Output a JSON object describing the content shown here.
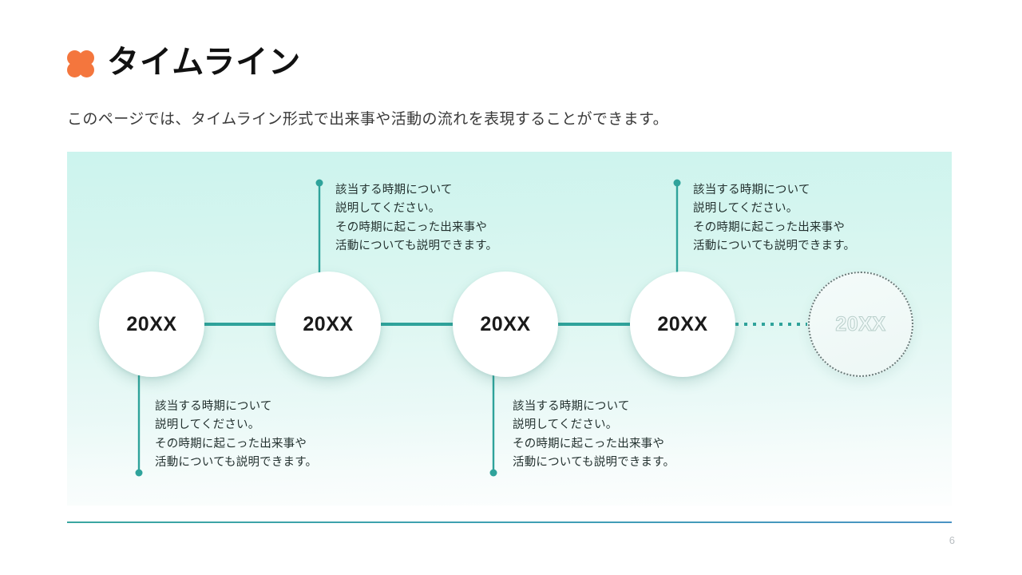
{
  "slide": {
    "title": "タイムライン",
    "subtitle": "このページでは、タイムライン形式で出来事や活動の流れを表現することができます。",
    "page_number": "6",
    "title_icon": "clover-icon",
    "accent_color": "#2FA39B",
    "title_icon_color": "#F4763D",
    "footer_rule_color": "#3aa6a0",
    "panel_bg_top": "#ccf4ee",
    "panel_bg_bottom": "#fdfefe"
  },
  "timeline": {
    "nodes": [
      {
        "label": "20XX",
        "state": "active"
      },
      {
        "label": "20XX",
        "state": "active"
      },
      {
        "label": "20XX",
        "state": "active"
      },
      {
        "label": "20XX",
        "state": "active"
      },
      {
        "label": "20XX",
        "state": "placeholder"
      }
    ],
    "callouts": [
      {
        "position": "below",
        "node_index": 0,
        "text": "該当する時期について\n説明してください。\nその時期に起こった出来事や\n活動についても説明できます。"
      },
      {
        "position": "above",
        "node_index": 1,
        "text": "該当する時期について\n説明してください。\nその時期に起こった出来事や\n活動についても説明できます。"
      },
      {
        "position": "below",
        "node_index": 2,
        "text": "該当する時期について\n説明してください。\nその時期に起こった出来事や\n活動についても説明できます。"
      },
      {
        "position": "above",
        "node_index": 3,
        "text": "該当する時期について\n説明してください。\nその時期に起こった出来事や\n活動についても説明できます。"
      }
    ]
  }
}
